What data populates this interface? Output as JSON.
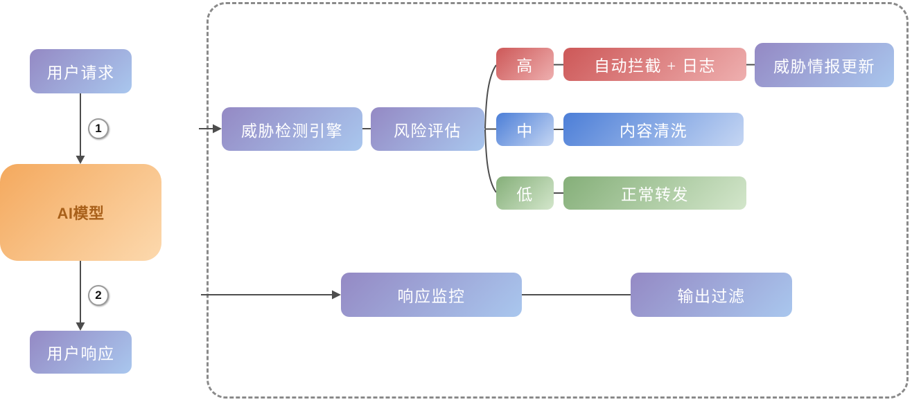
{
  "diagram": {
    "background": "#ffffff",
    "left_flow": {
      "user_request": "用户请求",
      "step_1": "1",
      "ai_model": "AI模型",
      "step_2": "2",
      "user_response": "用户响应"
    },
    "security_box": {
      "threat_engine": "威胁检测引擎",
      "risk_assessment": "风险评估",
      "level_high": "高",
      "action_high": "自动拦截 + 日志",
      "action_high_followup": "威胁情报更新",
      "level_medium": "中",
      "action_medium": "内容清洗",
      "level_low": "低",
      "action_low": "正常转发",
      "response_monitor": "响应监控",
      "output_filter": "输出过滤"
    },
    "colors": {
      "node_purple_start": "#9489c4",
      "node_purple_end": "#a9c7ee",
      "node_orange_start": "#f4a95e",
      "node_orange_end": "#fcd9ae",
      "node_red_start": "#cd5858",
      "node_red_end": "#eeafaf",
      "node_blue_start": "#4c7ed7",
      "node_blue_end": "#c5d6f3",
      "node_green_start": "#85af79",
      "node_green_end": "#d3e6cb",
      "ai_model_text": "#a8601a",
      "connector_line": "#4d4d4d",
      "dashed_border": "#8a8a8a"
    }
  }
}
